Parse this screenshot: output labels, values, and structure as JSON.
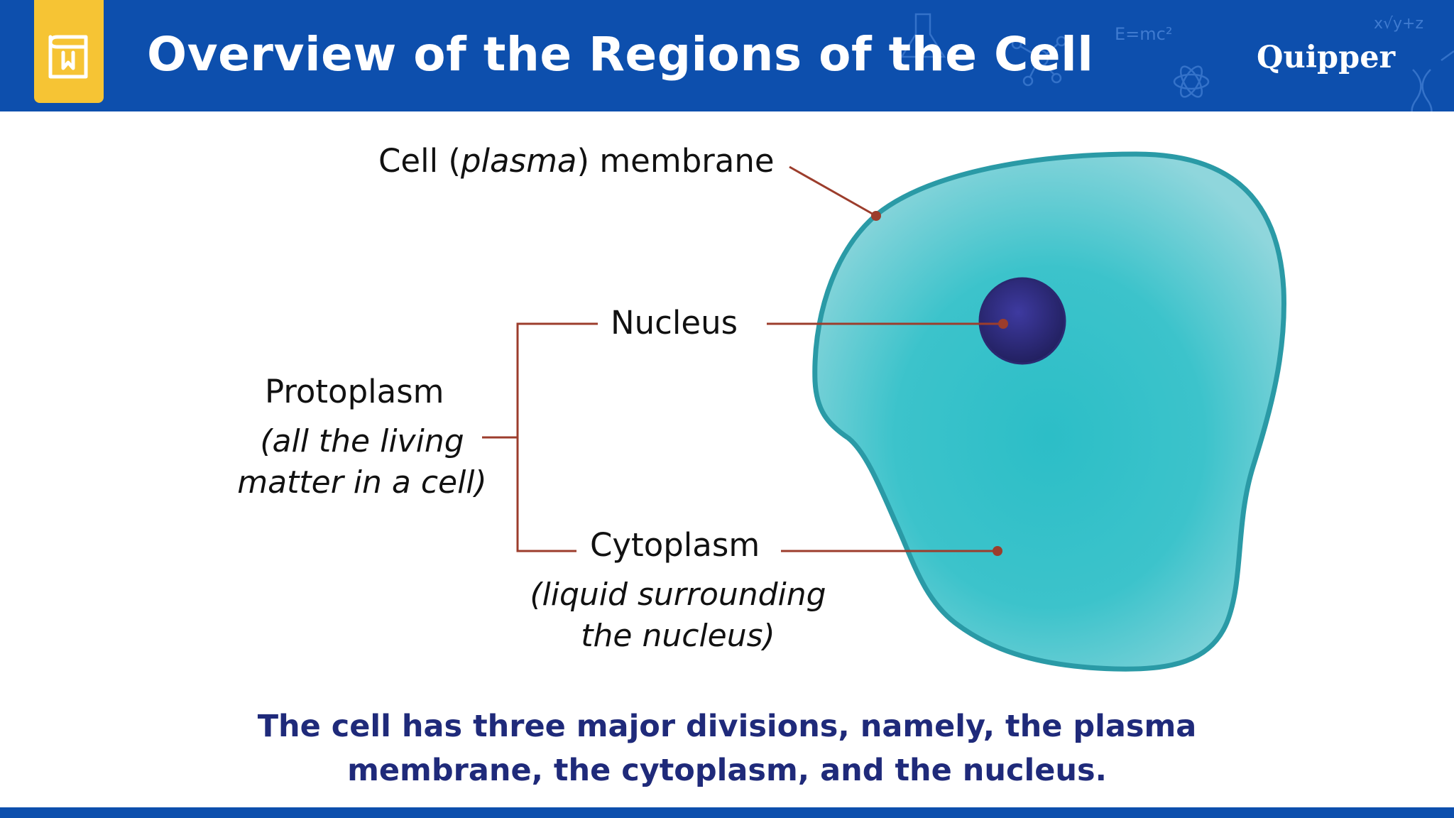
{
  "header": {
    "title": "Overview of the Regions of the Cell",
    "brand": "Quipper",
    "badge_icon": "book-icon",
    "decor_equation_1": "E=mc²",
    "decor_equation_2": "x√y+z"
  },
  "diagram": {
    "membrane_label": {
      "prefix": "Cell (",
      "italic": "plasma",
      "suffix": ") membrane"
    },
    "nucleus_label": "Nucleus",
    "protoplasm_label": "Protoplasm",
    "protoplasm_desc_line1": "(all the living",
    "protoplasm_desc_line2": "matter in a cell)",
    "cytoplasm_label": "Cytoplasm",
    "cytoplasm_desc_line1": "(liquid surrounding",
    "cytoplasm_desc_line2": "the nucleus)"
  },
  "caption": {
    "line1": "The cell has three major divisions, namely, the plasma",
    "line2": "membrane, the cytoplasm, and the nucleus."
  },
  "colors": {
    "header_blue": "#0d4fad",
    "badge_yellow": "#f6c434",
    "cell_fill": "#2fbfc8",
    "cell_outline": "#2a9aa6",
    "nucleus": "#2e2c7a",
    "leader_line": "#9c3d2c",
    "caption_text": "#1f2a7a"
  }
}
